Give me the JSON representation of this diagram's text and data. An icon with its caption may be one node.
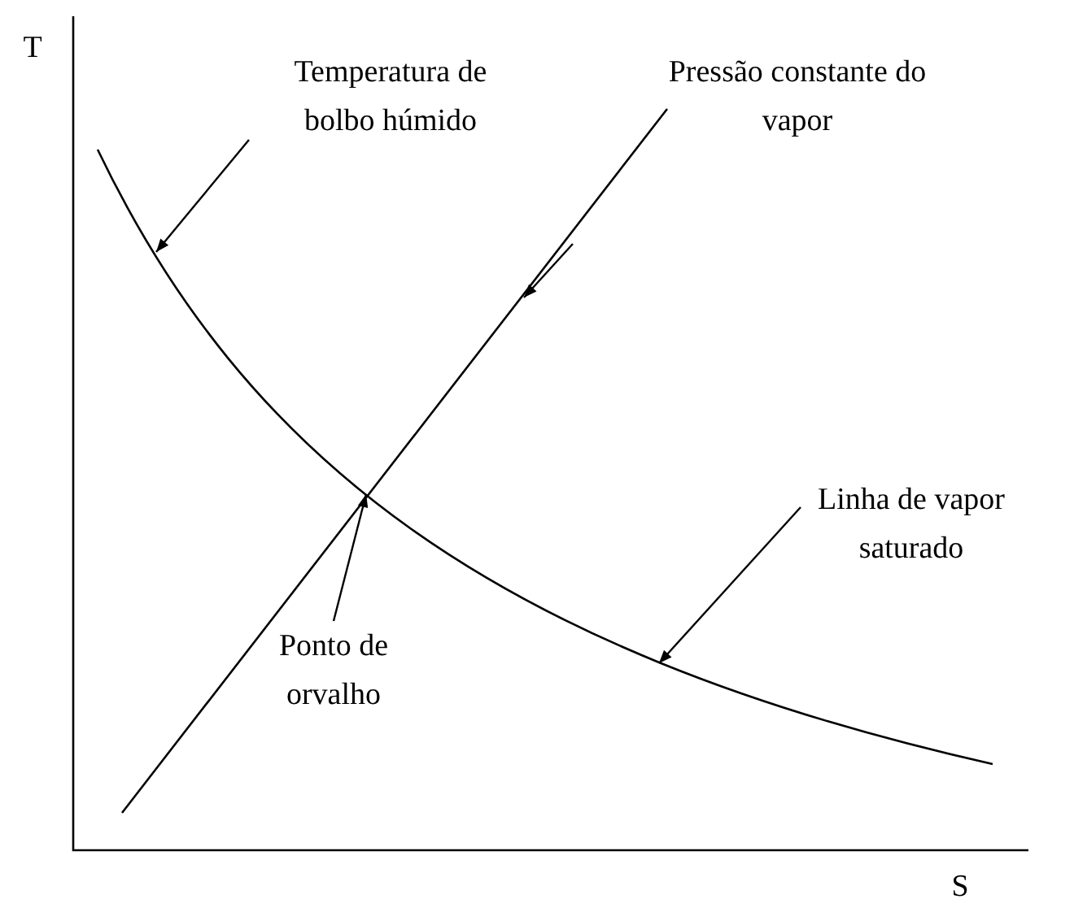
{
  "diagram": {
    "nodes": [
      {
        "text": [
          "Temperatura de bolbo húmido"
        ]
      },
      {
        "text": [
          "Ponto de orvalho"
        ]
      },
      {
        "text": [
          "Linha de vapor saturado"
        ]
      }
    ],
    "edges": [
      {
        "from": 0,
        "to": null,
        "arrow": "to"
      },
      {
        "from": 1,
        "to": null,
        "arrow": "to"
      },
      {
        "from": 2,
        "to": null,
        "arrow": "to"
      }
    ],
    "labels": [
      "T",
      "Pressão constante do vapor",
      "S"
    ]
  }
}
